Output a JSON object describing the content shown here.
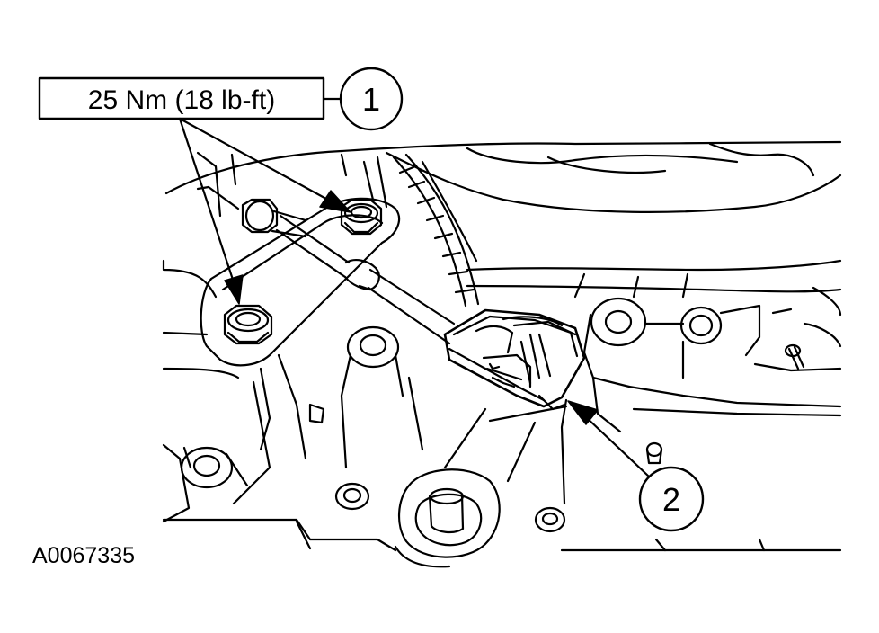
{
  "torque_label": "25 Nm (18 lb-ft)",
  "callouts": [
    {
      "number": "1"
    },
    {
      "number": "2"
    }
  ],
  "figure_id": "A0067335"
}
